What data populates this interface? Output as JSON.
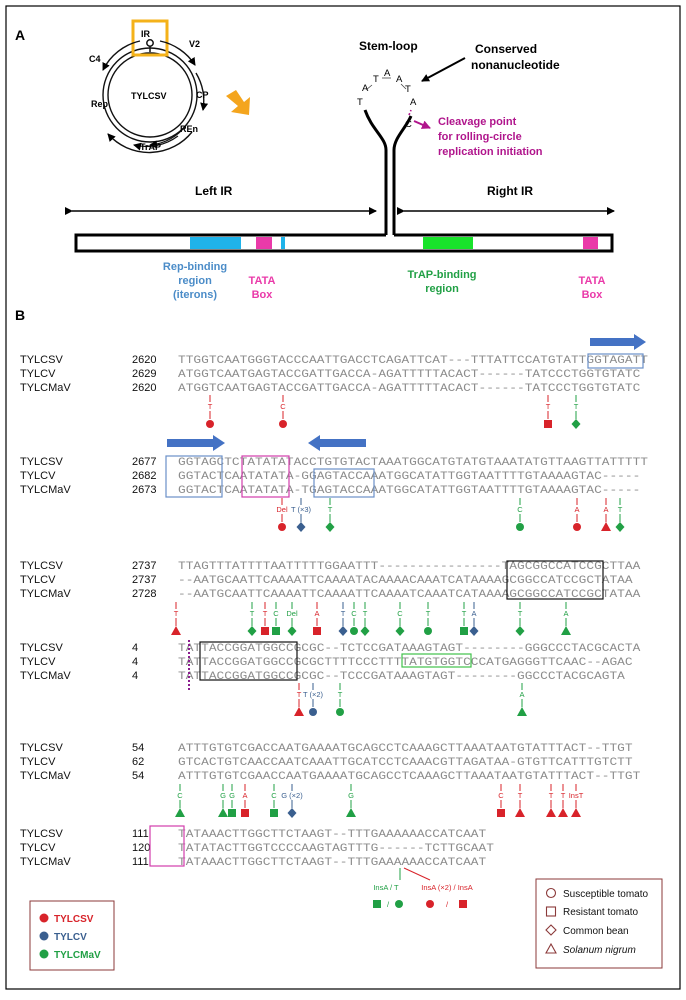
{
  "panelA": {
    "label": "A",
    "genome": {
      "ir": "IR",
      "center": "TYLCSV",
      "orfs": [
        "C4",
        "V2",
        "CP",
        "Rep",
        "REn",
        "TrAP"
      ]
    },
    "stem_loop_title": "Stem-loop",
    "loop_letters": [
      "T",
      "A",
      "T",
      "A",
      "A",
      "T",
      "A",
      "C"
    ],
    "conserved": [
      "Conserved",
      "nonanucleotide"
    ],
    "cleavage": [
      "Cleavage point",
      "for rolling-circle",
      "replication initiation"
    ],
    "left_ir": "Left IR",
    "right_ir": "Right IR",
    "rep_binding": [
      "Rep-binding",
      "region",
      "(iterons)"
    ],
    "tata1": [
      "TATA",
      "Box"
    ],
    "trap_binding": [
      "TrAP-binding",
      "region"
    ],
    "tata2": [
      "TATA",
      "Box"
    ],
    "colors": {
      "rep": "#1fb3ea",
      "tata": "#ea3aa9",
      "trap": "#19e32b",
      "cleavage": "#b0158c",
      "ir": "#f4b21a",
      "arrow": "#f4a51e"
    }
  },
  "panelB": {
    "label": "B",
    "blocks": [
      {
        "rows": [
          {
            "name": "TYLCSV",
            "pos": "2620",
            "seq": "TTGGTCAATGGGTACCCAATTGACCTCAGATTCAT---TTTATTCCATGTATTGGTAGATT"
          },
          {
            "name": "TYLCV",
            "pos": "2629",
            "seq": "ATGGTCAATGAGTACCGATTGACCA-AGATTTTTACACT------TATCCCTGGTGTATC"
          },
          {
            "name": "TYLCMaV",
            "pos": "2620",
            "seq": "ATGGTCAATGAGTACCGATTGACCA-AGATTTTTACACT------TATCCCTGGTGTATC"
          }
        ]
      },
      {
        "rows": [
          {
            "name": "TYLCSV",
            "pos": "2677",
            "seq": "GGTAGCTCTATATATACCTGTGTACTAAATGGCATGTATGTAAATATGTTAAGTTATTTTT"
          },
          {
            "name": "TYLCV",
            "pos": "2682",
            "seq": "GGTACTCAATATATA-GGAGTACCAAATGGCATATTGGTAATTTTGTAAAAGTAC-----"
          },
          {
            "name": "TYLCMaV",
            "pos": "2673",
            "seq": "GGTACTCAATATATA-TGAGTACCAAATGGCATATTGGTAATTTTGTAAAAGTAC-----"
          }
        ]
      },
      {
        "rows": [
          {
            "name": "TYLCSV",
            "pos": "2737",
            "seq": "TTAGTTTATTTTAATTTTTGGAATTT----------------TAGCGGCCATCCGCTTAA"
          },
          {
            "name": "TYLCV",
            "pos": "2737",
            "seq": "--AATGCAATTCAAAATTCAAAATACAAAACAAATCATAAAAGCGGCCATCCGCTATAA"
          },
          {
            "name": "TYLCMaV",
            "pos": "2728",
            "seq": "--AATGCAATTCAAAATTCAAAATTCAAAATCAAATCATAAAAGCGGCCATCCGCTATAA"
          }
        ]
      },
      {
        "rows": [
          {
            "name": "TYLCSV",
            "pos": "4",
            "seq": "TATTACCGGATGGCCGCGC--TCTCCGATAAAGTAGT--------GGGCCCTACGCACTA"
          },
          {
            "name": "TYLCV",
            "pos": "4",
            "seq": "TATTACCGGATGGCCGCGCTTTTCCCTTTTATGTGGTCCCATGAGGGTTCAAC--AGAC"
          },
          {
            "name": "TYLCMaV",
            "pos": "4",
            "seq": "TATTACCGGATGGCCGCGC--TCCCGATAAAGTAGT--------GGCCCTACGCAGTA"
          }
        ]
      },
      {
        "rows": [
          {
            "name": "TYLCSV",
            "pos": "54",
            "seq": "ATTTGTGTCGACCAATGAAAATGCAGCCTCAAAGCTTAAATAATGTATTTACT--TTGT"
          },
          {
            "name": "TYLCV",
            "pos": "62",
            "seq": "GTCACTGTCAACCAATCAAATTGCATCCTCAAACGTTAGATAA-GTGTTCATTTGTCTT"
          },
          {
            "name": "TYLCMaV",
            "pos": "54",
            "seq": "ATTTGTGTCGAACCAATGAAAATGCAGCCTCAAAGCTTAAATAATGTATTTACT--TTGT"
          }
        ]
      },
      {
        "rows": [
          {
            "name": "TYLCSV",
            "pos": "111",
            "seq": "TATAAACTTGGCTTCTAAGT--TTTGAAAAAACCATCAAT"
          },
          {
            "name": "TYLCV",
            "pos": "120",
            "seq": "TATATACTTGGTCCCCAAGTAGTTTG------TCTTGCAAT"
          },
          {
            "name": "TYLCMaV",
            "pos": "111",
            "seq": "TATAAACTTGGCTTCTAAGT--TTTGAAAAAACCATCAAT"
          }
        ]
      }
    ],
    "marker_labels": {
      "b1": [
        "T",
        "C",
        "T",
        "T"
      ],
      "b2": [
        "Del",
        "T (×3)",
        "T",
        "C",
        "A",
        "A",
        "T"
      ],
      "b3": [
        "T",
        "T",
        "T",
        "C",
        "Del",
        "A",
        "T",
        "C",
        "T",
        "C",
        "T",
        "T",
        "A",
        "T",
        "A"
      ],
      "b4": [
        "T",
        "T (×2)",
        "T",
        "A"
      ],
      "b5": [
        "C",
        "G",
        "G",
        "A",
        "C",
        "G (×2)",
        "G",
        "C",
        "T",
        "T",
        "T",
        "InsT"
      ],
      "b6": [
        "InsA / T",
        "InsA (×2) / InsA"
      ]
    },
    "legend_virus": [
      {
        "label": "TYLCSV",
        "color": "#d8232a"
      },
      {
        "label": "TYLCV",
        "color": "#3a5f8f"
      },
      {
        "label": "TYLCMaV",
        "color": "#21a045"
      }
    ],
    "legend_host": [
      {
        "label": "Susceptible tomato",
        "shape": "circle"
      },
      {
        "label": "Resistant tomato",
        "shape": "square"
      },
      {
        "label": "Common bean",
        "shape": "diamond"
      },
      {
        "label": "Solanum nigrum",
        "shape": "triangle"
      }
    ]
  }
}
